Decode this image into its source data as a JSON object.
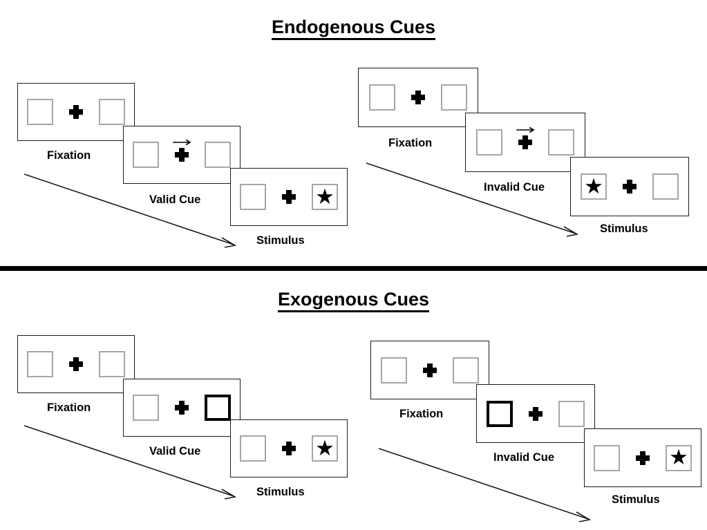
{
  "sections": [
    {
      "id": "endogenous",
      "title": "Endogenous Cues",
      "sequences": [
        {
          "id": "endogenous-valid",
          "frames": [
            {
              "caption": "Fixation",
              "left_box": "empty",
              "right_box": "empty",
              "cue": "none"
            },
            {
              "caption": "Valid Cue",
              "left_box": "empty",
              "right_box": "empty",
              "cue": "arrow-right"
            },
            {
              "caption": "Stimulus",
              "left_box": "empty",
              "right_box": "star",
              "cue": "none"
            }
          ]
        },
        {
          "id": "endogenous-invalid",
          "frames": [
            {
              "caption": "Fixation",
              "left_box": "empty",
              "right_box": "empty",
              "cue": "none"
            },
            {
              "caption": "Invalid Cue",
              "left_box": "empty",
              "right_box": "empty",
              "cue": "arrow-right"
            },
            {
              "caption": "Stimulus",
              "left_box": "star",
              "right_box": "empty",
              "cue": "none"
            }
          ]
        }
      ]
    },
    {
      "id": "exogenous",
      "title": "Exogenous Cues",
      "sequences": [
        {
          "id": "exogenous-valid",
          "frames": [
            {
              "caption": "Fixation",
              "left_box": "empty",
              "right_box": "empty",
              "cue": "none"
            },
            {
              "caption": "Valid Cue",
              "left_box": "empty",
              "right_box": "highlight",
              "cue": "none"
            },
            {
              "caption": "Stimulus",
              "left_box": "empty",
              "right_box": "star",
              "cue": "none"
            }
          ]
        },
        {
          "id": "exogenous-invalid",
          "frames": [
            {
              "caption": "Fixation",
              "left_box": "empty",
              "right_box": "empty",
              "cue": "none"
            },
            {
              "caption": "Invalid Cue",
              "left_box": "highlight",
              "right_box": "empty",
              "cue": "none"
            },
            {
              "caption": "Stimulus",
              "left_box": "empty",
              "right_box": "star",
              "cue": "none"
            }
          ]
        }
      ]
    }
  ],
  "glyphs": {
    "star": "★",
    "fixation_cross": "cross",
    "arrow_right": "→"
  },
  "colors": {
    "ink": "#000000",
    "panel_border": "#1a1a1a",
    "box_border": "#a6a6a6",
    "box_border_cued": "#000000",
    "background": "#ffffff"
  },
  "time_arrows": [
    {
      "id": "time-arrow-endogenous-valid",
      "label": "time-progression-arrow"
    },
    {
      "id": "time-arrow-endogenous-invalid",
      "label": "time-progression-arrow"
    },
    {
      "id": "time-arrow-exogenous-valid",
      "label": "time-progression-arrow"
    },
    {
      "id": "time-arrow-exogenous-invalid",
      "label": "time-progression-arrow"
    }
  ]
}
